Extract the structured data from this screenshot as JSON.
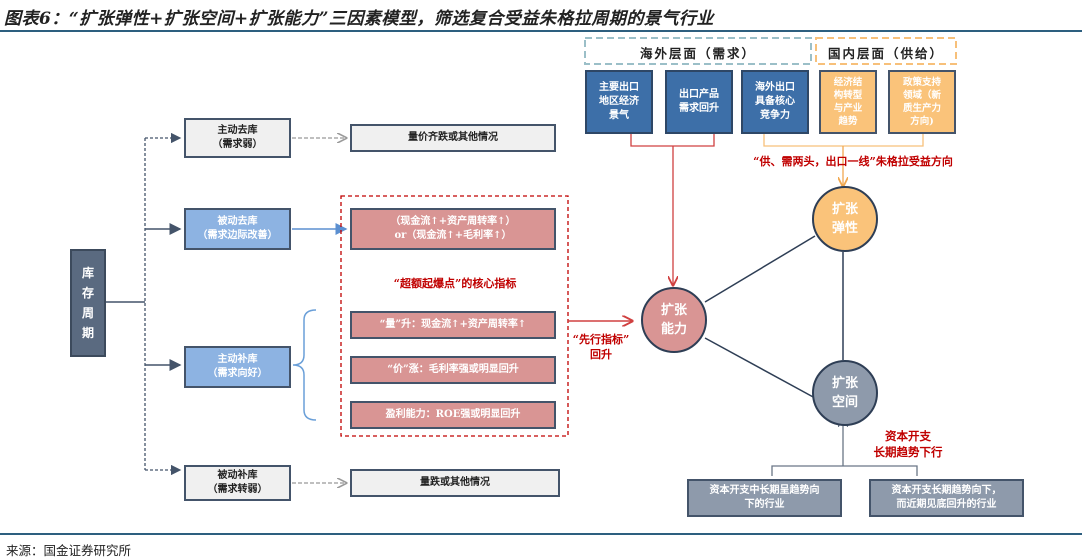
{
  "title": "图表6：“扩张弹性+扩张空间+扩张能力”三因素模型，筛选复合受益朱格拉周期的景气行业",
  "source": "来源：国金证券研究所",
  "inventory_cycle": {
    "root_label": "库\n存\n周\n期",
    "phases": [
      {
        "label": "主动去库\n（需求弱）",
        "outcome": "量价齐跌或其他情况"
      },
      {
        "label": "被动去库\n（需求边际改善）",
        "outcome": "（现金流↑+资产周转率↑）\nor（现金流↑+毛利率↑）"
      },
      {
        "label": "主动补库\n（需求向好）"
      },
      {
        "label": "被动补库\n（需求转弱）",
        "outcome": "量跌或其他情况"
      }
    ]
  },
  "core_indicators": {
    "heading": "“超额起爆点”的核心指标",
    "items": [
      "“量”升：现金流↑+资产周转率↑",
      "“价”涨：毛利率强或明显回升",
      "盈利能力：ROE强或明显回升"
    ],
    "leading_label": "“先行指标”\n回升"
  },
  "overseas": {
    "header": "海外层面（需求）",
    "boxes": [
      "主要出口\n地区经济\n景气",
      "出口产品\n需求回升",
      "海外出口\n具备核心\n竞争力"
    ]
  },
  "domestic": {
    "header": "国内层面（供给）",
    "boxes": [
      "经济结\n构转型\n与产业\n趋势",
      "政策支持\n领域（新\n质生产力\n方向)"
    ]
  },
  "supply_demand_label": "“供、需两头，出口一线”朱格拉受益方向",
  "factors": {
    "ability": "扩张\n能力",
    "elasticity": "扩张\n弹性",
    "space": "扩张\n空间"
  },
  "capex": {
    "label": "资本开支\n长期趋势下行",
    "boxes": [
      "资本开支中长期呈趋势向\n下的行业",
      "资本开支长期趋势向下，\n而近期见底回升的行业"
    ]
  },
  "colors": {
    "navy": "#5a6a80",
    "light_blue": "#8db3e2",
    "pink": "#d99594",
    "dark_blue": "#3d6fa8",
    "orange": "#fac37a",
    "slate": "#8e9aab",
    "red": "#c00000",
    "rule": "#2d5f7f"
  }
}
